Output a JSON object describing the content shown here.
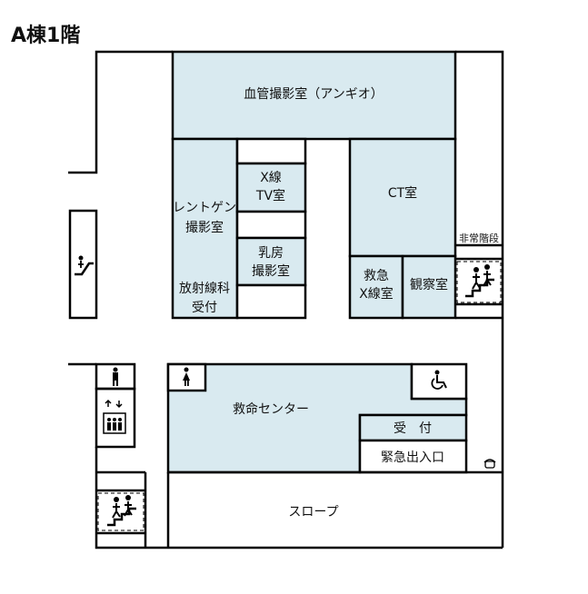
{
  "title": "A棟1階",
  "rooms": {
    "angio": "血管撮影室（アンギオ）",
    "xray_tv_1": "X線",
    "xray_tv_2": "TV室",
    "ct": "CT室",
    "xray_room_1": "レントゲン",
    "xray_room_2": "撮影室",
    "mammo_1": "乳房",
    "mammo_2": "撮影室",
    "radiology_reception_1": "放射線科",
    "radiology_reception_2": "受付",
    "emergency_xray_1": "救急",
    "emergency_xray_2": "X線室",
    "observation": "観察室",
    "emergency_stairs": "非常階段",
    "emergency_center": "救命センター",
    "reception": "受　付",
    "emergency_entrance": "緊急出入口",
    "slope": "スロープ"
  },
  "icons": [
    "escalator-icon",
    "stairs-icon",
    "restroom-icon",
    "wheelchair-icon",
    "elevator-icon",
    "phone-icon"
  ],
  "colors": {
    "room_fill": "#d9eaf0",
    "wall": "#000000",
    "background": "#ffffff"
  }
}
